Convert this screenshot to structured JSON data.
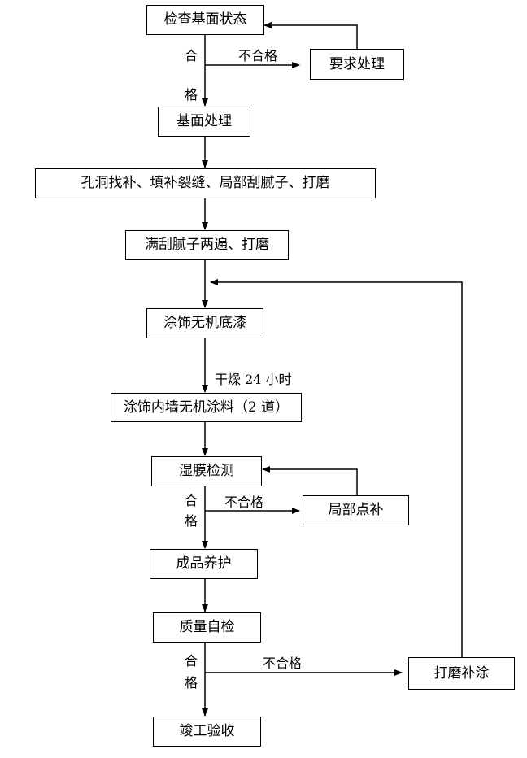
{
  "nodes": {
    "check_base": "检查基面状态",
    "repair_req": "要求处理",
    "base_treat": "基面处理",
    "fill_holes": "孔洞找补、填补裂缝、局部刮腻子、打磨",
    "full_putty": "满刮腻子两遍、打磨",
    "primer": "涂饰无机底漆",
    "topcoat": "涂饰内墙无机涂料（2 道）",
    "wet_film": "湿膜检测",
    "touch_up": "局部点补",
    "protect": "成品养护",
    "self_check": "质量自检",
    "sand_recoat": "打磨补涂",
    "acceptance": "竣工验收"
  },
  "labels": {
    "pass_1": "合",
    "pass_2": "格",
    "fail": "不合格",
    "dry": "干燥 24 小时"
  }
}
